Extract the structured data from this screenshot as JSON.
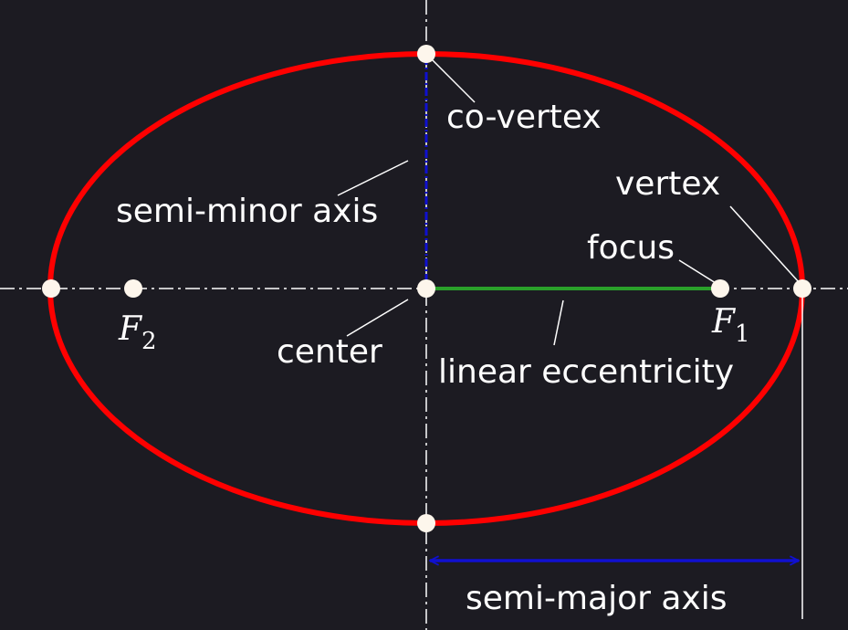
{
  "labels": {
    "co_vertex": "co-vertex",
    "vertex": "vertex",
    "semi_minor_axis": "semi-minor axis",
    "focus": "focus",
    "center": "center",
    "linear_eccentricity": "linear eccentricity",
    "semi_major_axis": "semi-major axis"
  },
  "foci": {
    "f1": {
      "base": "F",
      "sub": "1"
    },
    "f2": {
      "base": "F",
      "sub": "2"
    }
  },
  "colors": {
    "background": "#1c1b22",
    "ellipse": "#ff0000",
    "semi_minor": "#1010d0",
    "semi_major_arrow": "#1010d0",
    "linear_eccentricity": "#2aa02a",
    "guide": "#ffffff",
    "point": "#fdf6ec",
    "text": "#ffffff"
  }
}
